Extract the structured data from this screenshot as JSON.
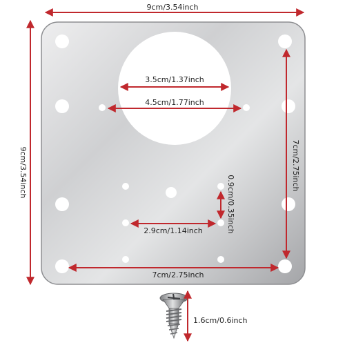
{
  "colors": {
    "plate_light": "#e9e9ea",
    "plate_mid": "#c4c5c7",
    "plate_dark": "#9b9c9f",
    "plate_edge": "#8d8e91",
    "dimension_red": "#c0282d",
    "label_text": "#222222",
    "screw_metal": "#a8a9ab"
  },
  "labels": {
    "top_width": "9cm/3.54inch",
    "left_height": "9cm/3.54inch",
    "big_hole_diameter": "3.5cm/1.37inch",
    "small_hole_span": "4.5cm/1.77inch",
    "right_hole_span": "7cm/2.75inch",
    "bottom_hole_span": "7cm/2.75inch",
    "inner_vertical": "0.9cm/0.35inch",
    "inner_horizontal": "2.9cm/1.14inch",
    "screw_length": "1.6cm/0.6inch"
  },
  "icons": {
    "plate": "metal-mounting-plate-icon",
    "screw": "screw-icon"
  }
}
